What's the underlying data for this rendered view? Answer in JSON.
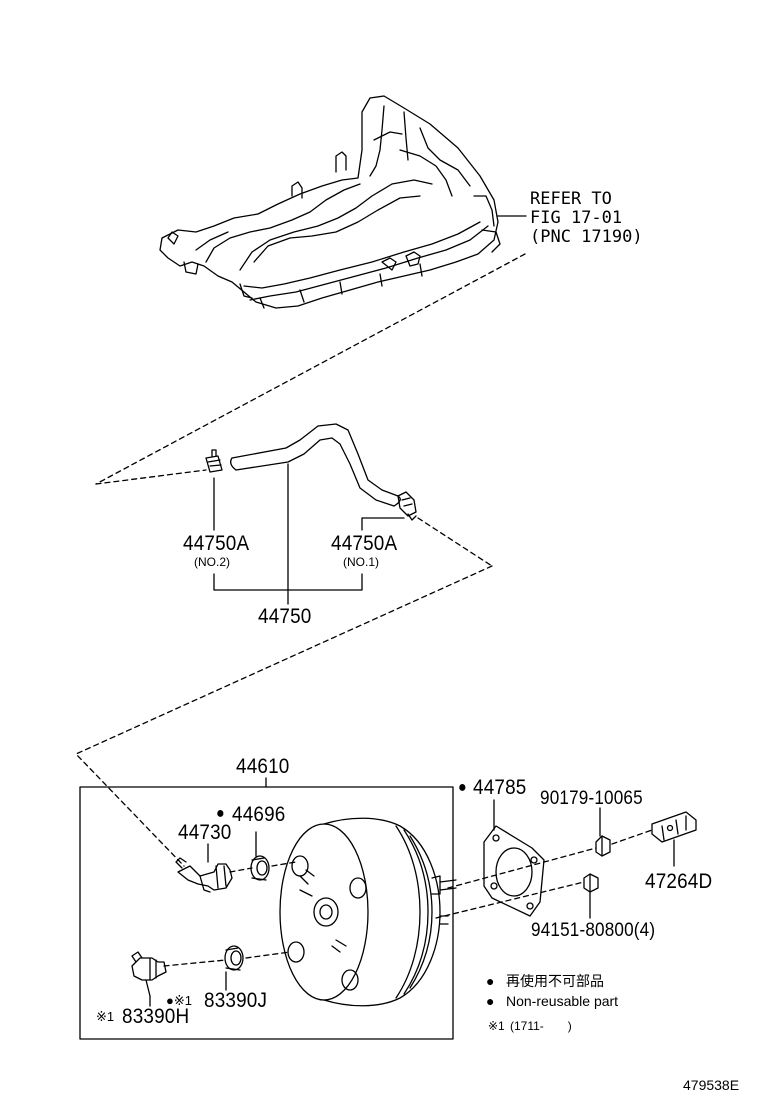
{
  "refer": {
    "line1": "REFER TO",
    "line2": "FIG 17-01",
    "line3": "(PNC 17190)"
  },
  "hose": {
    "part": "44750",
    "clamp_a_no2": "44750A",
    "clamp_a_no2_sub": "(NO.2)",
    "clamp_a_no1": "44750A",
    "clamp_a_no1_sub": "(NO.1)"
  },
  "booster": {
    "assembly": "44610",
    "grommet_mark": "●",
    "grommet": "44696",
    "check_valve": "44730",
    "sensor_mark": "※1",
    "sensor": "83390H",
    "seal_marks": "●※1",
    "seal": "83390J"
  },
  "mount": {
    "gasket_mark": "●",
    "gasket": "44785",
    "clip": "90179-10065",
    "clevis": "47264D",
    "nut": "94151-80800(4)"
  },
  "legend": {
    "bullet": "●",
    "jp_text": "再使用不可部品",
    "en_text": "Non-reusable part",
    "note_mark": "※1",
    "note_text": "(1711-　　)"
  },
  "figure_id": "479538E"
}
